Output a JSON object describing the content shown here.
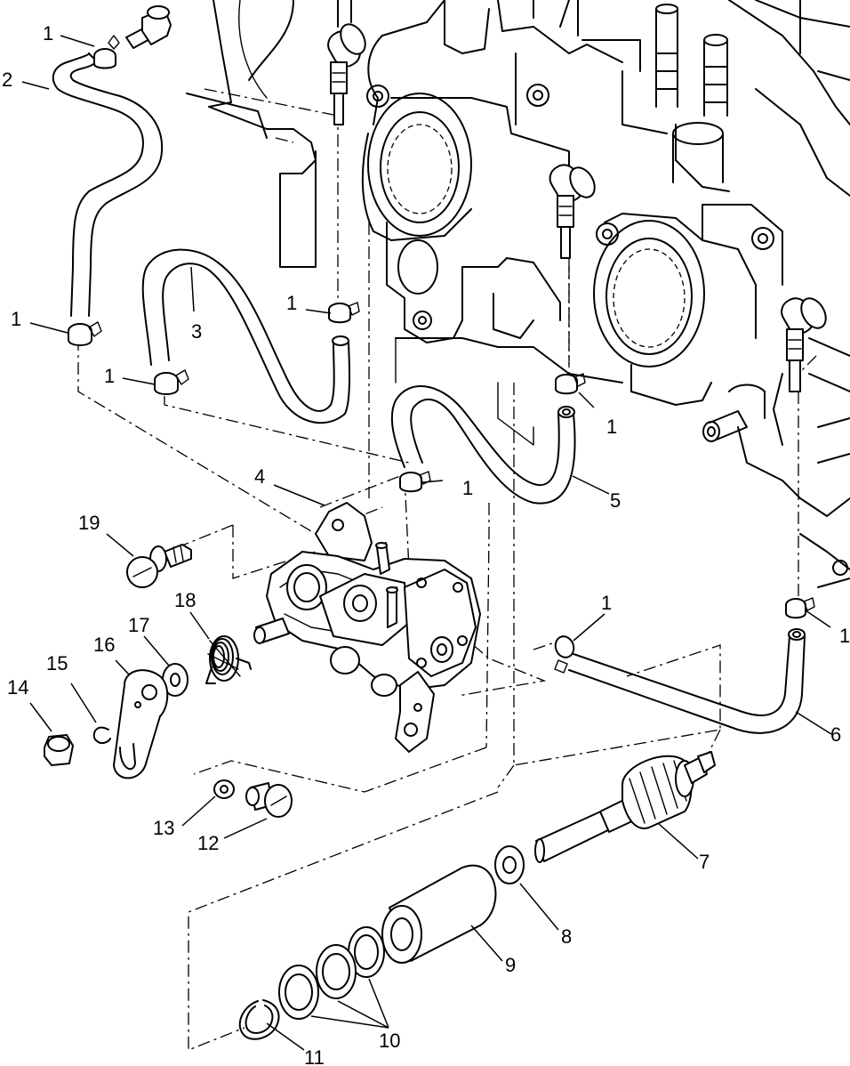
{
  "diagram": {
    "callouts": [
      {
        "id": "c1a",
        "text": "1"
      },
      {
        "id": "c2",
        "text": "2"
      },
      {
        "id": "c1b",
        "text": "1"
      },
      {
        "id": "c3",
        "text": "3"
      },
      {
        "id": "c1c",
        "text": "1"
      },
      {
        "id": "c1d",
        "text": "1"
      },
      {
        "id": "c1e",
        "text": "1"
      },
      {
        "id": "c1f",
        "text": "1"
      },
      {
        "id": "c5",
        "text": "5"
      },
      {
        "id": "c4",
        "text": "4"
      },
      {
        "id": "c19",
        "text": "19"
      },
      {
        "id": "c18",
        "text": "18"
      },
      {
        "id": "c17",
        "text": "17"
      },
      {
        "id": "c16",
        "text": "16"
      },
      {
        "id": "c15",
        "text": "15"
      },
      {
        "id": "c14",
        "text": "14"
      },
      {
        "id": "c1g",
        "text": "1"
      },
      {
        "id": "c1h",
        "text": "1"
      },
      {
        "id": "c6",
        "text": "6"
      },
      {
        "id": "c7",
        "text": "7"
      },
      {
        "id": "c13",
        "text": "13"
      },
      {
        "id": "c12",
        "text": "12"
      },
      {
        "id": "c8",
        "text": "8"
      },
      {
        "id": "c9",
        "text": "9"
      },
      {
        "id": "c10",
        "text": "10"
      },
      {
        "id": "c11",
        "text": "11"
      }
    ]
  }
}
